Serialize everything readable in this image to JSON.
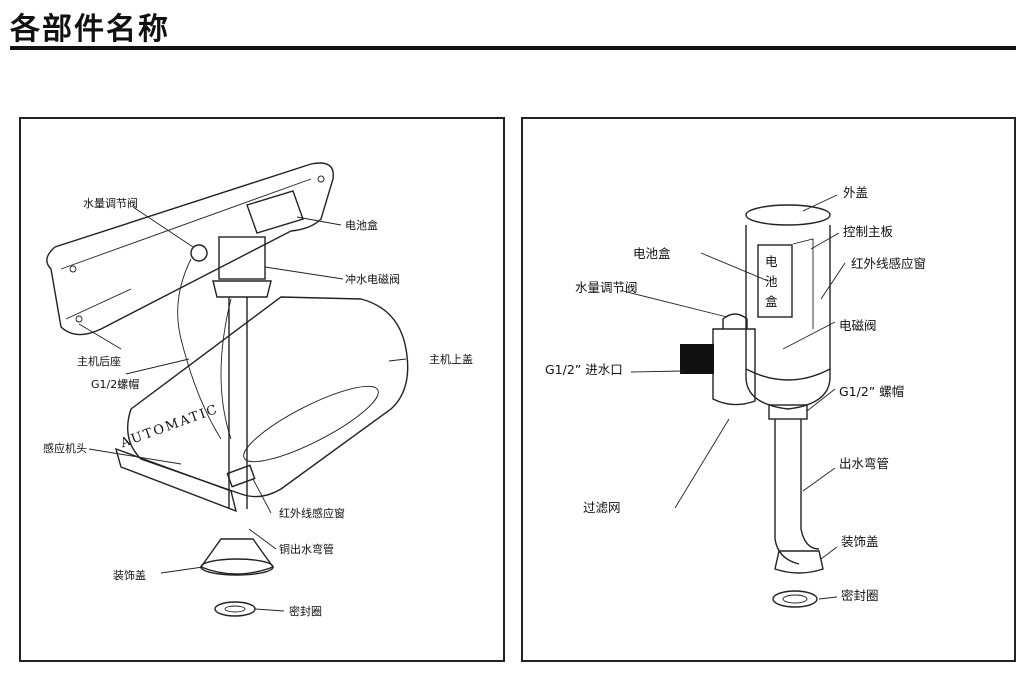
{
  "page_title": "各部件名称",
  "left_panel": {
    "brand_text": "AUTOMATIC",
    "labels": {
      "water_adjust_valve": "水量调节阀",
      "battery_box": "电池盒",
      "flush_solenoid": "冲水电磁阀",
      "rear_base": "主机后座",
      "top_cover": "主机上盖",
      "nut": "G1/2螺帽",
      "sensor_head": "感应机头",
      "ir_window": "红外线感应窗",
      "copper_pipe": "铜出水弯管",
      "deco_cover": "装饰盖",
      "seal_ring": "密封圈"
    }
  },
  "right_panel": {
    "battery_text": [
      "电",
      "池",
      "盒"
    ],
    "labels": {
      "outer_cover": "外盖",
      "control_board": "控制主板",
      "battery_box": "电池盒",
      "ir_window": "红外线感应窗",
      "water_adjust_valve": "水量调节阀",
      "solenoid": "电磁阀",
      "inlet": "G1/2” 进水口",
      "nut": "G1/2” 螺帽",
      "outlet_pipe": "出水弯管",
      "filter": "过滤网",
      "deco_cover": "装饰盖",
      "seal_ring": "密封圈"
    }
  }
}
